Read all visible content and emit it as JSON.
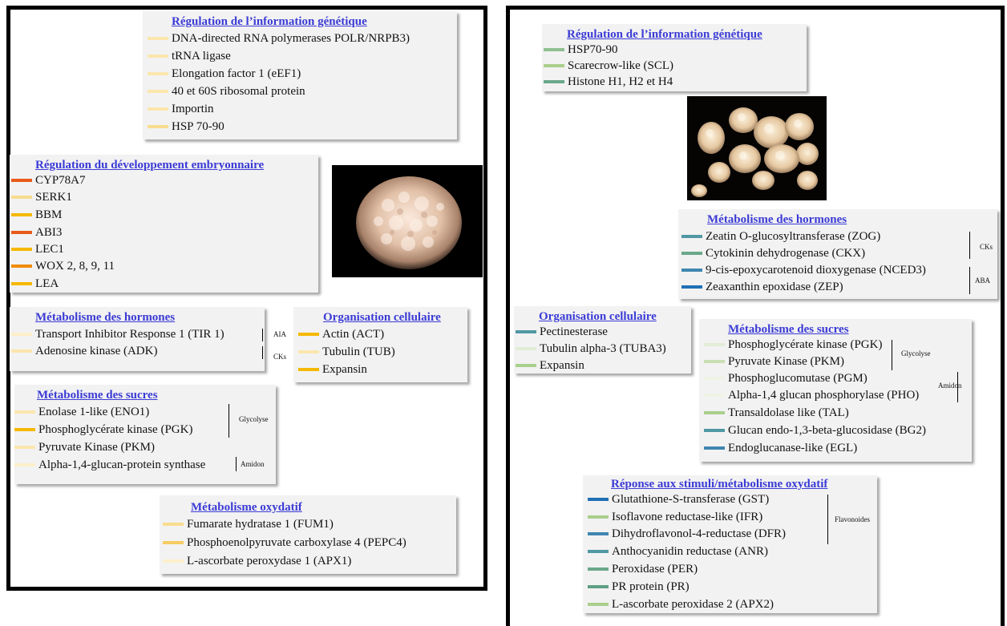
{
  "colors": {
    "pale_yellow": "#fbe6ad",
    "light_yellow": "#f8dc8f",
    "yellow": "#f6cc63",
    "gold": "#f5b800",
    "orange": "#f08c00",
    "red_orange": "#e85a1a",
    "pale_green": "#e2ecd6",
    "light_green": "#a9cf8c",
    "sage": "#8fc090",
    "green_teal": "#6aa88a",
    "teal": "#5098a4",
    "blue": "#1f6fb6",
    "title_blue": "#3b3bd6"
  },
  "left_panel": {
    "photo_alt_icon": "callus-photo",
    "regulation_info": {
      "title": "Régulation de l’information  génétique",
      "items": [
        {
          "label": "DNA-directed RNA polymerases POLR/NRPB3)",
          "color": "#fbe6ad"
        },
        {
          "label": "tRNA ligase",
          "color": "#fbe6ad"
        },
        {
          "label": "Elongation factor 1 (eEF1)",
          "color": "#fbe6ad"
        },
        {
          "label": "40 et 60S ribosomal protein",
          "color": "#fbe6ad"
        },
        {
          "label": "Importin",
          "color": "#fbe6ad"
        },
        {
          "label": "HSP 70-90",
          "color": "#f8dc8f"
        }
      ]
    },
    "embryo_dev": {
      "title": "Régulation du développement embryonnaire",
      "items": [
        {
          "label": "CYP78A7",
          "color": "#e85a1a"
        },
        {
          "label": "SERK1",
          "color": "#f8dc8f"
        },
        {
          "label": "BBM",
          "color": "#f5b800"
        },
        {
          "label": "ABI3",
          "color": "#e85a1a"
        },
        {
          "label": "LEC1",
          "color": "#f5b800"
        },
        {
          "label": "WOX 2, 8, 9, 11",
          "color": "#f08c00"
        },
        {
          "label": "LEA",
          "color": "#f5b800"
        }
      ]
    },
    "hormones": {
      "title": "Métabolisme des hormones",
      "items": [
        {
          "label": "Transport Inhibitor Response 1 (TIR 1)",
          "color": "#fcefc9"
        },
        {
          "label": "Adenosine kinase (ADK)",
          "color": "#fbe6ad"
        }
      ],
      "groups": [
        "AIA",
        "CKs"
      ]
    },
    "cell_org": {
      "title": "Organisation cellulaire",
      "items": [
        {
          "label": "Actin (ACT)",
          "color": "#f5b800"
        },
        {
          "label": "Tubulin (TUB)",
          "color": "#fbe6ad"
        },
        {
          "label": "Expansin",
          "color": "#f5b800"
        }
      ]
    },
    "sugars": {
      "title": "Métabolisme des sucres",
      "items": [
        {
          "label": "Enolase 1-like (ENO1)",
          "color": "#fbe6ad"
        },
        {
          "label": "Phosphoglycérate kinase (PGK)",
          "color": "#f5b800"
        },
        {
          "label": "Pyruvate Kinase (PKM)",
          "color": "#fbe6ad"
        },
        {
          "label": "Alpha-1,4-glucan-protein synthase",
          "color": "#fcefc9"
        }
      ],
      "groups": [
        "Glycolyse",
        "Amidon"
      ]
    },
    "oxidative": {
      "title": "Métabolisme oxydatif",
      "items": [
        {
          "label": "Fumarate hydratase  1 (FUM1)",
          "color": "#f8dc8f"
        },
        {
          "label": "Phosphoenolpyruvate carboxylase 4 (PEPC4)",
          "color": "#f6cc63"
        },
        {
          "label": "L-ascorbate peroxydase  1 (APX1)",
          "color": "#fcefc9"
        }
      ]
    }
  },
  "right_panel": {
    "photo_alt_icon": "embryogenic-callus-photo",
    "regulation_info": {
      "title": "Régulation de l’information  génétique",
      "items": [
        {
          "label": "HSP70-90",
          "color": "#8fc090"
        },
        {
          "label": "Scarecrow-like (SCL)",
          "color": "#a9cf8c"
        },
        {
          "label": "Histone H1, H2 et H4",
          "color": "#6aa88a"
        }
      ]
    },
    "hormones": {
      "title": "Métabolisme des hormones",
      "items": [
        {
          "label": "Zeatin O-glucosyltransferase (ZOG)",
          "color": "#5098a4"
        },
        {
          "label": "Cytokinin dehydrogenase (CKX)",
          "color": "#6aa88a"
        },
        {
          "label": "9-cis-epoxycarotenoid dioxygenase (NCED3)",
          "color": "#3f86b0"
        },
        {
          "label": "Zeaxanthin epoxidase (ZEP)",
          "color": "#1f6fb6"
        }
      ],
      "groups": [
        "CKs",
        "ABA"
      ]
    },
    "cell_org": {
      "title": "Organisation cellulaire",
      "items": [
        {
          "label": "Pectinesterase",
          "color": "#5098a4"
        },
        {
          "label": "Tubulin alpha-3 (TUBA3)",
          "color": "#e2ecd6"
        },
        {
          "label": "Expansin",
          "color": "#a9cf8c"
        }
      ]
    },
    "sugars": {
      "title": "Métabolisme des sucres",
      "items": [
        {
          "label": "Phosphoglycérate kinase (PGK)",
          "color": "#e2ecd6"
        },
        {
          "label": "Pyruvate Kinase (PKM)",
          "color": "#c9dfb3"
        },
        {
          "label": "Phosphoglucomutase (PGM)",
          "color": "#eef3e6"
        },
        {
          "label": "Alpha-1,4 glucan phosphorylase (PHO)",
          "color": "#eef3e6"
        },
        {
          "label": "Transaldolase like (TAL)",
          "color": "#a9cf8c"
        },
        {
          "label": "Glucan endo-1,3-beta-glucosidase (BG2)",
          "color": "#5098a4"
        },
        {
          "label": "Endoglucanase-like (EGL)",
          "color": "#3f86b0"
        }
      ],
      "groups": [
        "Glycolyse",
        "Amidon"
      ]
    },
    "stimuli": {
      "title": "Réponse aux stimuli/métabolisme  oxydatif",
      "items": [
        {
          "label": "Glutathione-S-transferase (GST)",
          "color": "#1f6fb6"
        },
        {
          "label": "Isoflavone reductase-like (IFR)",
          "color": "#a9cf8c"
        },
        {
          "label": "Dihydroflavonol-4-reductase (DFR)",
          "color": "#3f86b0"
        },
        {
          "label": "Anthocyanidin reductase (ANR)",
          "color": "#5098a4"
        },
        {
          "label": "Peroxidase (PER)",
          "color": "#6aa88a"
        },
        {
          "label": "PR protein (PR)",
          "color": "#5f9e84"
        },
        {
          "label": "L-ascorbate peroxidase 2 (APX2)",
          "color": "#a9cf8c"
        }
      ],
      "groups": [
        "Flavonoides"
      ]
    }
  }
}
